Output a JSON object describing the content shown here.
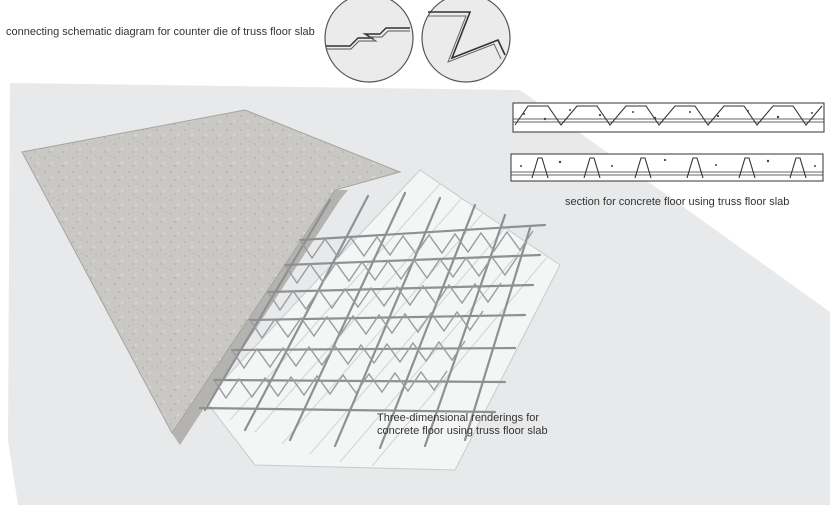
{
  "captions": {
    "connecting": "connecting schematic diagram for counter die of truss floor slab",
    "section": "section for concrete floor using truss floor slab",
    "rendering_line1": "Three-dimensional renderings for",
    "rendering_line2": "concrete floor using truss floor slab"
  },
  "colors": {
    "background": "#ffffff",
    "ground": "#e9eaeb",
    "concrete": "#c7c6c2",
    "concrete_edge": "#9c9b97",
    "deck": "#f3f4f4",
    "rebar": "#8f9295",
    "outline": "#444444"
  }
}
